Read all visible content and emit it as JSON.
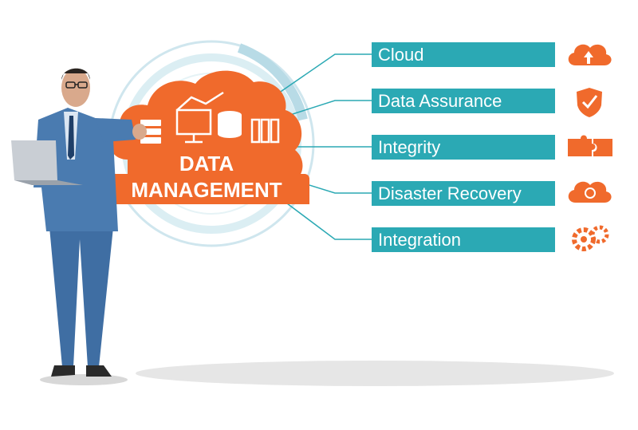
{
  "central": {
    "line1": "DATA",
    "line2": "MANAGEMENT"
  },
  "items": [
    {
      "label": "Cloud",
      "icon": "cloud-upload-icon"
    },
    {
      "label": "Data Assurance",
      "icon": "shield-check-icon"
    },
    {
      "label": "Integrity",
      "icon": "puzzle-icon"
    },
    {
      "label": "Disaster Recovery",
      "icon": "cloud-refresh-icon"
    },
    {
      "label": "Integration",
      "icon": "gears-icon"
    }
  ],
  "colors": {
    "accent": "#f06a2c",
    "label_bg": "#2ba9b4",
    "connector": "#2ba9b4",
    "suit": "#3f6ea3"
  }
}
